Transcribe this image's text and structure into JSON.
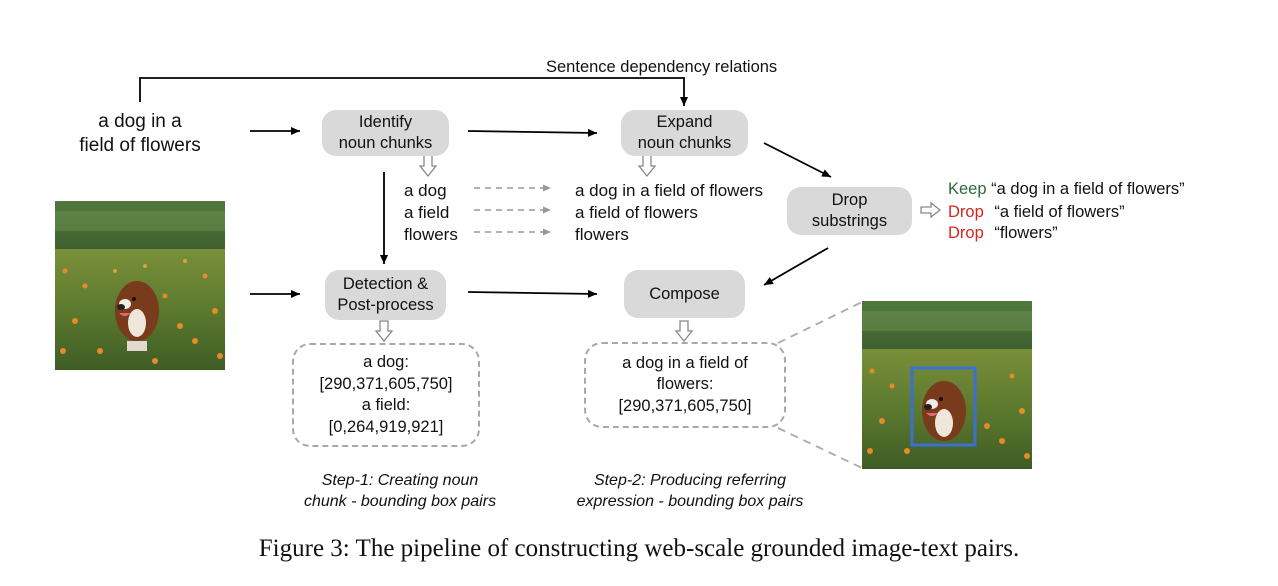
{
  "input_text": [
    "a dog in a",
    "field of flowers"
  ],
  "dependency_label": "Sentence dependency relations",
  "nodes": {
    "identify": [
      "Identify",
      "noun chunks"
    ],
    "expand": [
      "Expand",
      "noun chunks"
    ],
    "drop": [
      "Drop",
      "substrings"
    ],
    "detection": [
      "Detection &",
      "Post-process"
    ],
    "compose": "Compose"
  },
  "noun_chunks": [
    "a dog",
    "a field",
    "flowers"
  ],
  "expanded_chunks": [
    "a dog in a field of flowers",
    "a field of flowers",
    "flowers"
  ],
  "filter_results": [
    {
      "action": "Keep",
      "text": "“a dog in a field of flowers”"
    },
    {
      "action": "Drop",
      "text": "“a field of flowers”"
    },
    {
      "action": "Drop",
      "text": "“flowers”"
    }
  ],
  "detection_output": [
    "a dog:",
    "[290,371,605,750]",
    "a field:",
    "[0,264,919,921]"
  ],
  "compose_output": [
    "a dog in a field of",
    "flowers:",
    "[290,371,605,750]"
  ],
  "step1_caption": [
    "Step-1: Creating noun",
    "chunk - bounding box pairs"
  ],
  "step2_caption": [
    "Step-2: Producing referring",
    "expression - bounding box pairs"
  ],
  "figure_caption": "Figure 3: The pipeline of constructing web-scale grounded image-text pairs.",
  "colors": {
    "keep": "#2e6b3a",
    "drop": "#d8261c",
    "node_fill": "#d9d9d9",
    "bbox": "#3b6fd4"
  },
  "icons": [
    "hollow-down-arrow-icon",
    "hollow-right-arrow-icon",
    "dog-photo",
    "dog-photo-with-bbox"
  ]
}
